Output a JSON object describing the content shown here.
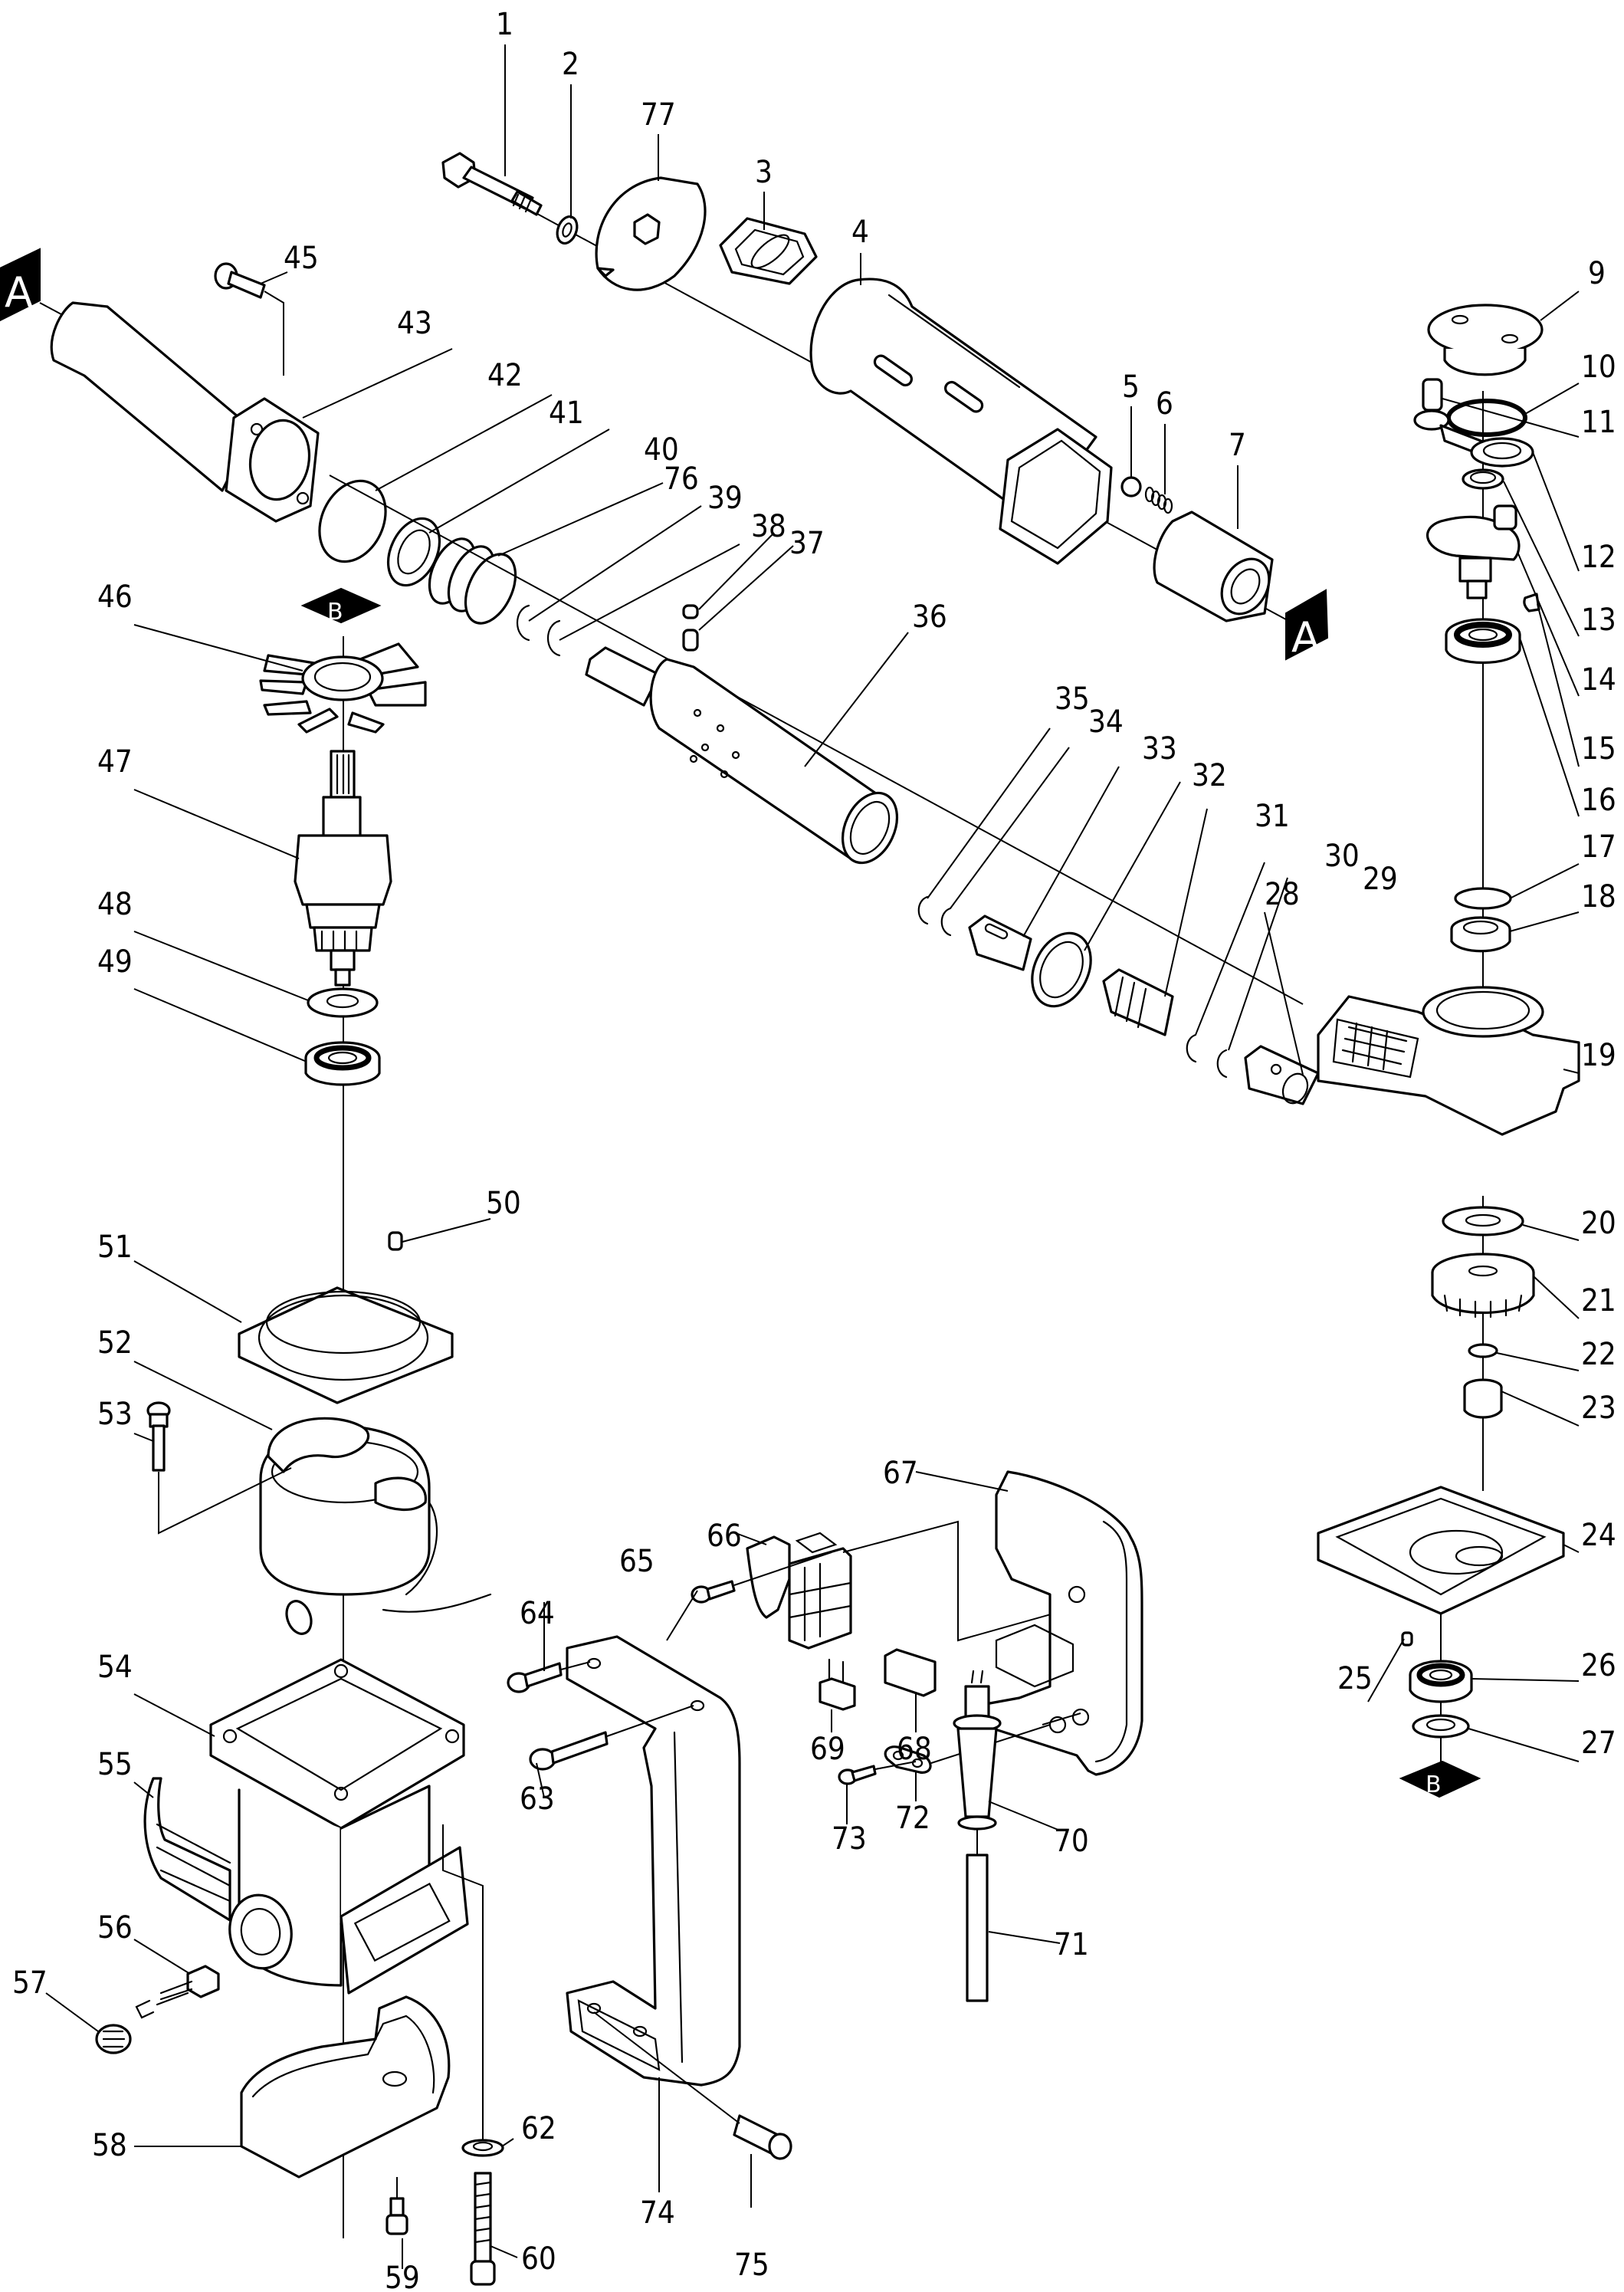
{
  "title": "Exploded parts diagram",
  "colors": {
    "ink": "#000000",
    "paper": "#ffffff"
  },
  "badges": {
    "a_left": "A",
    "a_right": "A",
    "b_top": "B",
    "b_bottom": "B"
  },
  "callouts": {
    "p1": "1",
    "p2": "2",
    "p3": "3",
    "p4": "4",
    "p5": "5",
    "p6": "6",
    "p7": "7",
    "p9": "9",
    "p10": "10",
    "p11": "11",
    "p12": "12",
    "p13": "13",
    "p14": "14",
    "p15": "15",
    "p16": "16",
    "p17": "17",
    "p18": "18",
    "p19": "19",
    "p20": "20",
    "p21": "21",
    "p22": "22",
    "p23": "23",
    "p24": "24",
    "p25": "25",
    "p26": "26",
    "p27": "27",
    "p28": "28",
    "p29": "29",
    "p30": "30",
    "p31": "31",
    "p32": "32",
    "p33": "33",
    "p34": "34",
    "p35": "35",
    "p36": "36",
    "p37": "37",
    "p38": "38",
    "p39": "39",
    "p40": "40",
    "p41": "41",
    "p42": "42",
    "p43": "43",
    "p45": "45",
    "p46": "46",
    "p47": "47",
    "p48": "48",
    "p49": "49",
    "p50": "50",
    "p51": "51",
    "p52": "52",
    "p53": "53",
    "p54": "54",
    "p55": "55",
    "p56": "56",
    "p57": "57",
    "p58": "58",
    "p59": "59",
    "p60": "60",
    "p62": "62",
    "p63": "63",
    "p64": "64",
    "p65": "65",
    "p66": "66",
    "p67": "67",
    "p68": "68",
    "p69": "69",
    "p70": "70",
    "p71": "71",
    "p72": "72",
    "p73": "73",
    "p74": "74",
    "p75": "75",
    "p76": "76",
    "p77": "77"
  }
}
